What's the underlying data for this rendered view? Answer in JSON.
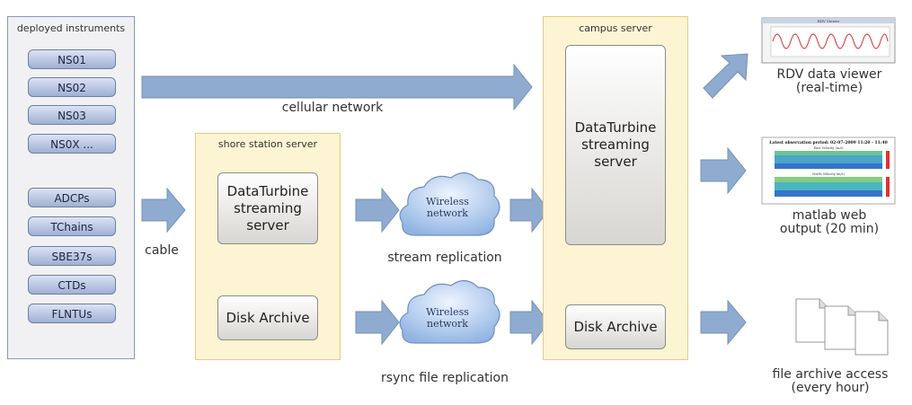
{
  "instruments": {
    "title": "deployed instruments",
    "group1": [
      "NS01",
      "NS02",
      "NS03",
      "NS0X ..."
    ],
    "group2": [
      "ADCPs",
      "TChains",
      "SBE37s",
      "CTDs",
      "FLNTUs"
    ]
  },
  "shore": {
    "title": "shore station server",
    "streaming_label": "DataTurbine\nstreaming\nserver",
    "archive_label": "Disk Archive"
  },
  "campus": {
    "title": "campus server",
    "streaming_label": "DataTurbine\nstreaming\nserver",
    "archive_label": "Disk Archive"
  },
  "links": {
    "cellular": "cellular network",
    "cable": "cable",
    "stream_replication": "stream replication",
    "rsync": "rsync file replication",
    "wireless_1": "Wireless",
    "wireless_2": "network"
  },
  "outputs": {
    "rdv": "RDV data viewer\n(real-time)",
    "matlab": "matlab web\noutput (20 min)",
    "file_archive": "file archive access\n(every hour)",
    "matlab_thumb_title": "Latest observation period: 02-07-2009 11:20 - 11:40",
    "matlab_plot1": "East Velocity (m/s)",
    "matlab_plot2": "North Velocity (m/s)",
    "rdv_thumb_title": "RDV Viewer"
  },
  "colors": {
    "arrow_blue": "#8fabcf",
    "arrow_gold": "#d9a93a",
    "panel_yellow": "#fcf4d2",
    "cloud_blue": "#a9c6ea"
  }
}
